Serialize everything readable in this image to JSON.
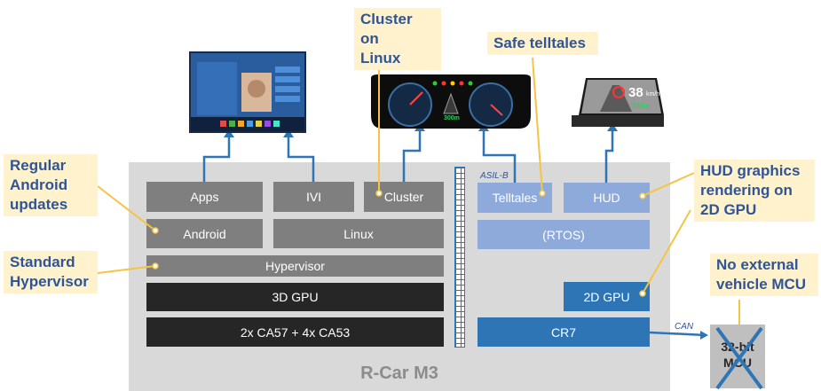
{
  "soc": {
    "title": "R-Car M3"
  },
  "blocks": {
    "apps": "Apps",
    "ivi": "IVI",
    "cluster": "Cluster",
    "android": "Android",
    "linux": "Linux",
    "hypervisor": "Hypervisor",
    "gpu3d": "3D GPU",
    "cpu": "2x CA57 + 4x CA53",
    "telltales": "Telltales",
    "hud": "HUD",
    "rtos": "(RTOS)",
    "gpu2d": "2D GPU",
    "cr7": "CR7"
  },
  "tags": {
    "asil": "ASIL-B",
    "can": "CAN"
  },
  "mcu": {
    "line1": "32-bit",
    "line2": "MCU"
  },
  "callouts": {
    "cluster_linux": [
      "Cluster on",
      "Linux"
    ],
    "safe_telltales": "Safe telltales",
    "android_updates": [
      "Regular",
      "Android",
      "updates"
    ],
    "std_hypervisor": [
      "Standard",
      "Hypervisor"
    ],
    "hud_rendering": [
      "HUD graphics",
      "rendering on",
      "2D GPU"
    ],
    "no_mcu": [
      "No external",
      "vehicle MCU"
    ]
  },
  "displays": {
    "ivi_screen": {
      "title": "IVI display"
    },
    "hud_screen": {
      "speed": "38",
      "speed_unit": "km/h",
      "distance": "300m"
    },
    "cluster_screen": {
      "distance": "300m"
    }
  },
  "colors": {
    "callout_bg": "#fff2cc",
    "callout_text": "#2f5597",
    "connector": "#2e75b6",
    "callout_line": "#f4c542"
  }
}
